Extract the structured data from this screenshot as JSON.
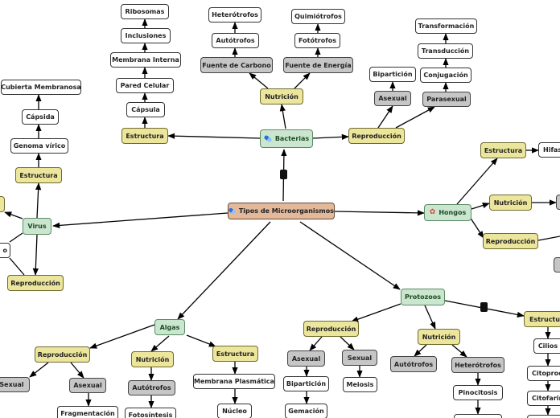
{
  "diagram": {
    "root": {
      "label": "Tipos de Microorganismos",
      "icon": "bacteria-pill-icon"
    },
    "bacterias": {
      "label": "Bacterias",
      "icon": "bacteria-pill-icon",
      "estructura": "Estructura",
      "capsula": "Cápsula",
      "pared": "Pared Celular",
      "membrana": "Membrana Interna",
      "inclusiones": "Inclusiones",
      "ribosomas": "Ribosomas",
      "nutricion": "Nutrición",
      "fuente_carbono": "Fuente de Carbono",
      "autotrofos": "Autótrofos",
      "heterotrofos": "Heterótrofos",
      "fuente_energia": "Fuente de Energía",
      "fototrofos": "Fotótrofos",
      "quimiotrofos": "Quimiótrofos",
      "reproduccion": "Reproducción",
      "asexual": "Asexual",
      "biparticion": "Bipartición",
      "parasexual": "Parasexual",
      "conjugacion": "Conjugación",
      "transduccion": "Transducción",
      "transformacion": "Transformación"
    },
    "virus": {
      "label": "Virus",
      "estructura": "Estructura",
      "genoma": "Genoma vírico",
      "capsida": "Cápsida",
      "cubierta": "Cubierta Membranosa",
      "reproduccion": "Reproducción",
      "partial_left_text": "o"
    },
    "hongos": {
      "label": "Hongos",
      "icon": "fungus-icon",
      "estructura": "Estructura",
      "hifas": "Hifas",
      "nutricion": "Nutrición",
      "reproduccion": "Reproducción"
    },
    "algas": {
      "label": "Algas",
      "reproduccion": "Reproducción",
      "sexual": "Sexual",
      "asexual": "Asexual",
      "fragmentacion": "Fragmentación",
      "nutricion": "Nutrición",
      "autotrofos": "Autótrofos",
      "fotosintesis": "Fotosíntesis",
      "estructura": "Estructura",
      "membrana": "Membrana Plasmática",
      "nucleo": "Núcleo"
    },
    "protozoos": {
      "label": "Protozoos",
      "reproduccion": "Reproducción",
      "asexual": "Asexual",
      "biparticion": "Bipartición",
      "gemacion": "Gemación",
      "sexual": "Sexual",
      "meiosis": "Meiosis",
      "nutricion": "Nutrición",
      "autotrofos": "Autótrofos",
      "heterotrofos": "Heterótrofos",
      "pinocitosis": "Pinocitosis",
      "estructura": "Estructura",
      "cilios": "Cilios",
      "citoproct": "Citoproct",
      "citofaringe": "Citofaringe"
    },
    "colors": {
      "root": "#e3b99b",
      "category": "#cbe6cf",
      "branch": "#ece59c",
      "subbranch": "#c6c6c6",
      "leaf": "#ffffff",
      "edge": "#000000"
    }
  }
}
